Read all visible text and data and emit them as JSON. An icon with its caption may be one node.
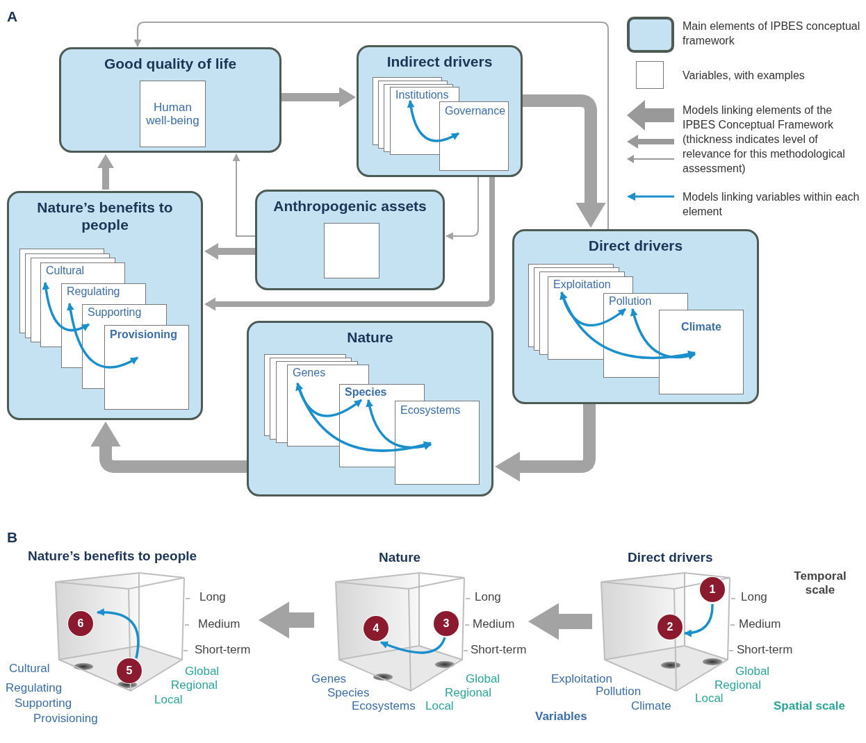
{
  "diagram": {
    "nodes": [
      {
        "text": [
          "Good quality of life"
        ]
      },
      {
        "text": [
          "Human well-being"
        ],
        "in": 0
      },
      {
        "text": [
          "Indirect drivers"
        ]
      },
      {
        "text": [
          "Institutions"
        ],
        "in": 2
      },
      {
        "text": [
          "Governance"
        ],
        "in": 2
      },
      {
        "text": [
          "Nature’s benefits to people"
        ]
      },
      {
        "text": [
          "Cultural"
        ],
        "in": 5
      },
      {
        "text": [
          "Regulating"
        ],
        "in": 5
      },
      {
        "text": [
          "Supporting"
        ],
        "in": 5
      },
      {
        "text": [
          "Provisioning"
        ],
        "in": 5
      },
      {
        "text": [
          "Anthropogenic assets"
        ]
      },
      {
        "text": [],
        "shape": "box",
        "in": 10
      },
      {
        "text": [
          "Nature"
        ]
      },
      {
        "text": [
          "Genes"
        ],
        "in": 12
      },
      {
        "text": [
          "Species"
        ],
        "in": 12
      },
      {
        "text": [
          "Ecosystems"
        ],
        "in": 12
      },
      {
        "text": [
          "Direct drivers"
        ]
      },
      {
        "text": [
          "Exploitation"
        ],
        "in": 16
      },
      {
        "text": [
          "Pollution"
        ],
        "in": 16
      },
      {
        "text": [
          "Climate"
        ],
        "in": 16
      },
      {
        "text": [
          "Nature’s benefits to people"
        ],
        "beside": [
          "Long",
          "Medium",
          "Short-term",
          "Cultural",
          "Regulating",
          "Supporting",
          "Provisioning",
          "Global",
          "Regional",
          "Local"
        ]
      },
      {
        "text": [
          "6"
        ],
        "in": 20
      },
      {
        "text": [
          "5"
        ],
        "in": 20
      },
      {
        "text": [
          "Nature"
        ],
        "beside": [
          "Long",
          "Medium",
          "Short-term",
          "Genes",
          "Species",
          "Ecosystems",
          "Global",
          "Regional",
          "Local"
        ]
      },
      {
        "text": [
          "4"
        ],
        "in": 23
      },
      {
        "text": [
          "3"
        ],
        "in": 23
      },
      {
        "text": [
          "Direct drivers"
        ],
        "beside": [
          "Long",
          "Medium",
          "Short-term",
          "Exploitation",
          "Pollution",
          "Climate",
          "Global",
          "Regional",
          "Local"
        ]
      },
      {
        "text": [
          "1"
        ],
        "in": 26
      },
      {
        "text": [
          "2"
        ],
        "in": 26
      }
    ],
    "edges": [
      {
        "from": 0,
        "to": 2,
        "arrow": "to",
        "style": "thick"
      },
      {
        "from": 2,
        "to": 16,
        "arrow": "to",
        "style": "thick"
      },
      {
        "from": 16,
        "to": 12,
        "arrow": "to",
        "style": "thick"
      },
      {
        "from": 12,
        "to": 5,
        "arrow": "to",
        "style": "thick"
      },
      {
        "from": 5,
        "to": 0,
        "arrow": "to",
        "style": "thick"
      },
      {
        "from": 10,
        "to": 5,
        "arrow": "to",
        "style": "thick"
      },
      {
        "from": 10,
        "to": 0,
        "arrow": "to"
      },
      {
        "from": 2,
        "to": 10,
        "arrow": "to"
      },
      {
        "from": 2,
        "to": 5,
        "arrow": "to",
        "style": "thick"
      },
      {
        "from": 16,
        "to": 0,
        "arrow": "to"
      },
      {
        "from": 3,
        "to": 4,
        "arrow": "both",
        "color": "#1b8fcb"
      },
      {
        "from": 6,
        "to": 8,
        "arrow": "both",
        "color": "#1b8fcb"
      },
      {
        "from": 7,
        "to": 9,
        "arrow": "both",
        "color": "#1b8fcb"
      },
      {
        "from": 13,
        "to": 14,
        "arrow": "both",
        "color": "#1b8fcb"
      },
      {
        "from": 13,
        "to": 15,
        "arrow": "both",
        "color": "#1b8fcb"
      },
      {
        "from": 14,
        "to": 15,
        "arrow": "both",
        "color": "#1b8fcb"
      },
      {
        "from": 17,
        "to": 18,
        "arrow": "both",
        "color": "#1b8fcb"
      },
      {
        "from": 17,
        "to": 19,
        "arrow": "both",
        "color": "#1b8fcb"
      },
      {
        "from": 18,
        "to": 19,
        "arrow": "both",
        "color": "#1b8fcb"
      },
      {
        "from": 26,
        "to": 23,
        "arrow": "to",
        "style": "thick"
      },
      {
        "from": 23,
        "to": 20,
        "arrow": "to",
        "style": "thick"
      },
      {
        "from": 22,
        "to": 21,
        "arrow": "to",
        "color": "#1b8fcb"
      },
      {
        "from": 25,
        "to": 24,
        "arrow": "to",
        "color": "#1b8fcb"
      },
      {
        "from": 27,
        "to": 28,
        "arrow": "to",
        "color": "#1b8fcb"
      }
    ],
    "labels": [
      "A",
      "B",
      "Temporal scale",
      "Variables",
      "Spatial scale"
    ],
    "legend": [
      {
        "text": "Main elements of IPBES conceptual framework",
        "color": "#c5e2f2"
      },
      {
        "text": "Variables, with examples",
        "color": "#ffffff"
      },
      {
        "text": "Models linking elements of the IPBES Conceptual Framework (thickness indicates level of relevance for this methodological assessment)"
      },
      {
        "text": "Models linking variables within each element"
      }
    ]
  }
}
